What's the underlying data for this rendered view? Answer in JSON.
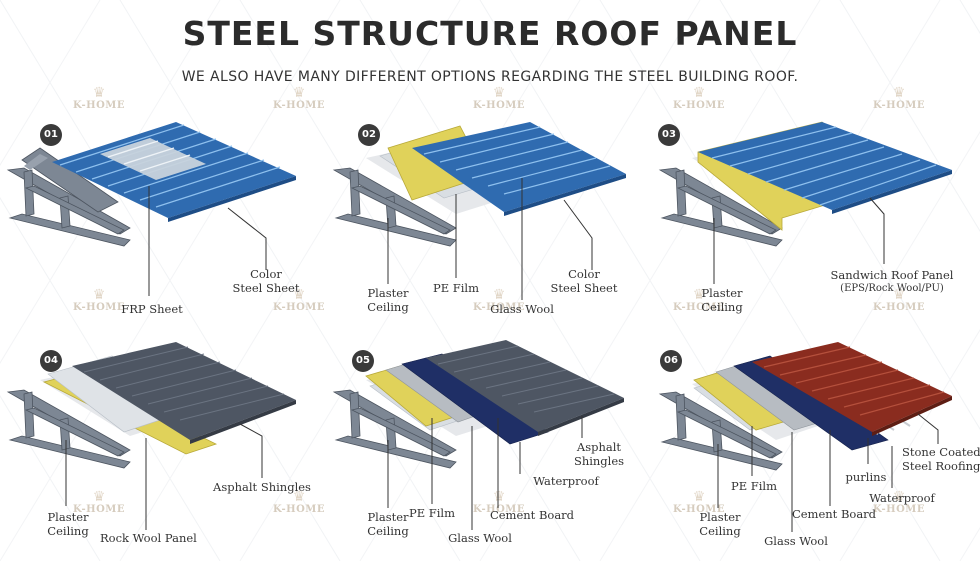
{
  "title": "STEEL STRUCTURE ROOF PANEL",
  "subtitle": "WE ALSO HAVE MANY DIFFERENT OPTIONS REGARDING THE STEEL BUILDING ROOF.",
  "watermark": "K-HOME",
  "colors": {
    "blue_sheet": "#2f6bb0",
    "frp": "#c8d3dc",
    "glass_wool": "#e0d25a",
    "shingles": "#4e5663",
    "waterproof": "#1f2f66",
    "stone_coated": "#8a2c1f",
    "frame": "#7d8794",
    "ceiling": "#e6e8eb"
  },
  "panels": [
    {
      "number": "01",
      "labels": [
        [
          "FRP Sheet"
        ],
        [
          "Color",
          "Steel Sheet"
        ]
      ]
    },
    {
      "number": "02",
      "labels": [
        [
          "Plaster",
          "Ceiling"
        ],
        [
          "PE Film"
        ],
        [
          "Glass Wool"
        ],
        [
          "Color",
          "Steel Sheet"
        ]
      ]
    },
    {
      "number": "03",
      "labels": [
        [
          "Plaster",
          "Ceiling"
        ],
        [
          "Sandwich Roof Panel",
          "(EPS/Rock Wool/PU)"
        ]
      ]
    },
    {
      "number": "04",
      "labels": [
        [
          "Plaster",
          "Ceiling"
        ],
        [
          "Rock Wool Panel"
        ],
        [
          "Asphalt Shingles"
        ]
      ]
    },
    {
      "number": "05",
      "labels": [
        [
          "Plaster",
          "Ceiling"
        ],
        [
          "PE Film"
        ],
        [
          "Glass Wool"
        ],
        [
          "Cement Board"
        ],
        [
          "Waterproof"
        ],
        [
          "Asphalt",
          "Shingles"
        ]
      ]
    },
    {
      "number": "06",
      "labels": [
        [
          "Plaster",
          "Ceiling"
        ],
        [
          "PE Film"
        ],
        [
          "Glass Wool"
        ],
        [
          "Cement Board"
        ],
        [
          "purlins"
        ],
        [
          "Waterproof"
        ],
        [
          "Stone Coated",
          "Steel Roofing"
        ]
      ]
    }
  ]
}
